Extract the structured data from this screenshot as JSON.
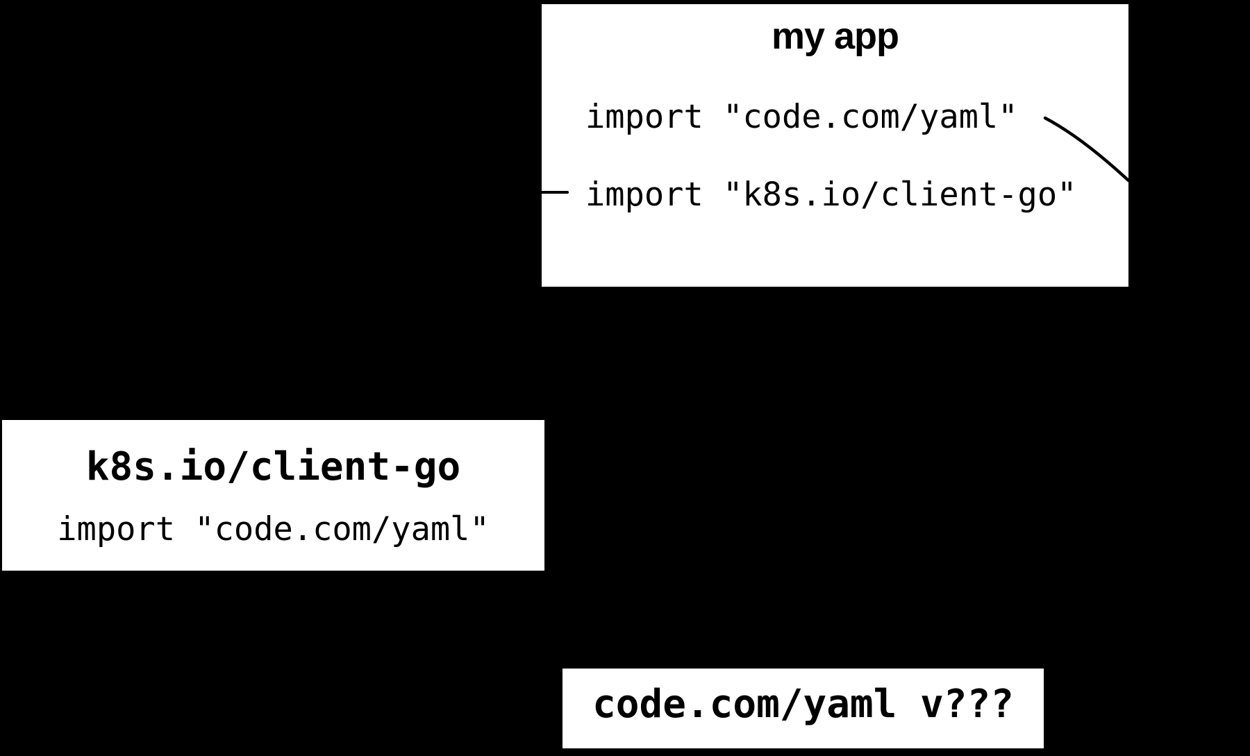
{
  "boxes": {
    "my_app": {
      "title": "my app",
      "imports": [
        "import \"code.com/yaml\"",
        "import \"k8s.io/client-go\""
      ]
    },
    "client_go": {
      "title": "k8s.io/client-go",
      "imports": [
        "import \"code.com/yaml\""
      ]
    },
    "yaml": {
      "title": "code.com/yaml v???"
    }
  },
  "connectors": [
    {
      "name": "yaml-import-to-yaml-box",
      "visible_segment": "diagonal curve from end of my app yaml import line down-right to right edge of my app box"
    },
    {
      "name": "clientgo-import-from-clientgo-box",
      "visible_segment": "short horizontal dash at left edge of my app box pointing at client-go import line"
    }
  ],
  "colors": {
    "background": "#000000",
    "box_bg": "#ffffff",
    "text": "#000000",
    "line": "#000000"
  }
}
